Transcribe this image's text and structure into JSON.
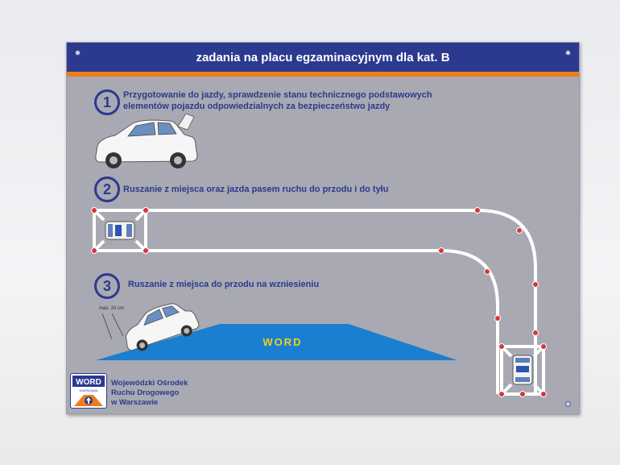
{
  "header": {
    "title": "zadania na placu egzaminacyjnym dla kat. B"
  },
  "sections": [
    {
      "number": "1",
      "text_line1": "Przygotowanie do jazdy, sprawdzenie stanu technicznego podstawowych",
      "text_line2": "elementów pojazdu odpowiedzialnych za bezpieczeństwo jazdy"
    },
    {
      "number": "2",
      "text_line1": "Ruszanie z miejsca oraz jazda pasem ruchu do przodu i do tyłu"
    },
    {
      "number": "3",
      "text_line1": "Ruszanie z miejsca do przodu na wzniesieniu"
    }
  ],
  "hill": {
    "label": "WORD",
    "max_label": "max. 20 cm"
  },
  "logo": {
    "text": "WORD",
    "subtext": "WARSZAWA"
  },
  "footer": {
    "line1": "Wojewódzki Ośrodek",
    "line2": "Ruchu Drogowego",
    "line3": "w Warszawie"
  },
  "colors": {
    "board": "#a8a9b2",
    "header": "#2b3a8f",
    "stripe": "#ee7d1c",
    "hill": "#1b7fd1",
    "word_text": "#f2d21a",
    "cone": "#d9363e"
  }
}
